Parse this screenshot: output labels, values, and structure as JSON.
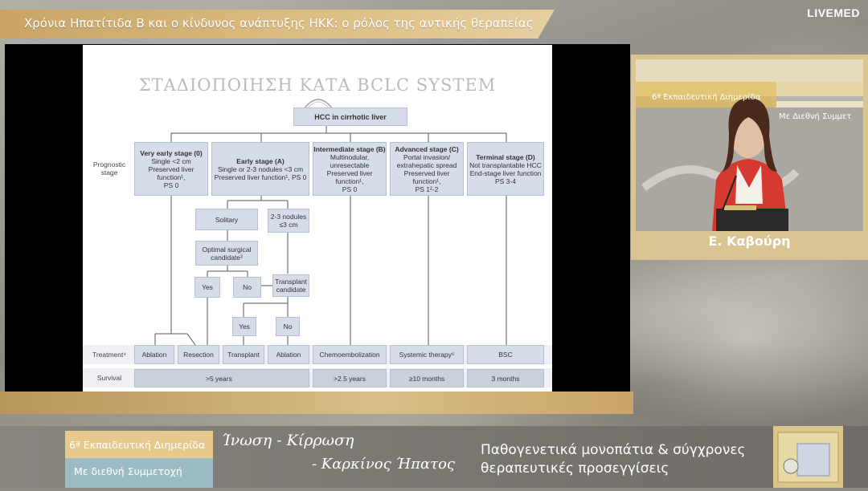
{
  "header": {
    "title": "Χρόνια Ηπατίτιδα Β και ο κίνδυνος ανάπτυξης ΗΚΚ: ο ρόλος της αντικής θεραπείας",
    "logo": "LIVEMED"
  },
  "slide": {
    "title": "ΣΤΑΔΙΟΠΟΙΗΣΗ ΚΑΤΑ BCLC SYSTEM",
    "root": "HCC in cirrhotic liver",
    "row_labels": {
      "prognostic": "Prognostic\nstage",
      "treatment": "Treatment⁴",
      "survival": "Survival"
    },
    "stages": [
      {
        "name": "Very early stage (0)",
        "desc": "Single <2 cm\nPreserved liver function¹,\nPS 0"
      },
      {
        "name": "Early stage (A)",
        "desc": "Single or 2-3 nodules <3 cm\nPreserved liver function¹, PS 0"
      },
      {
        "name": "Intermediate stage (B)",
        "desc": "Multinodular,\nunresectable\nPreserved liver function¹,\nPS 0"
      },
      {
        "name": "Advanced stage (C)",
        "desc": "Portal invasion/\nextrahepatic spread\nPreserved liver function¹,\nPS 1²-2"
      },
      {
        "name": "Terminal stage (D)",
        "desc": "Not transplantable HCC\nEnd-stage liver function\nPS 3-4"
      }
    ],
    "decision": {
      "solitary": "Solitary",
      "nodules": "2-3 nodules\n≤3 cm",
      "optimal": "Optimal surgical\ncandidate³",
      "yes1": "Yes",
      "no1": "No",
      "transplant_candidate": "Transplant\ncandidate",
      "yes2": "Yes",
      "no2": "No"
    },
    "treatments": [
      "Ablation",
      "Resection",
      "Transplant",
      "Ablation",
      "Chemoembolization",
      "Systemic therapy⁵",
      "BSC"
    ],
    "survival": [
      ">5 years",
      ">2.5 years",
      "≥10 months",
      "3 months"
    ]
  },
  "speaker": {
    "name": "Ε. Καβούρη",
    "backdrop_line1": "6ª Εκπαιδευτική Διημερίδα",
    "backdrop_line2": "Με Διεθνή Συμμετ"
  },
  "banner": {
    "event_line1": "6ª Εκπαιδευτική Διημερίδα",
    "event_line2": "Με διεθνή Συμμετοχή",
    "script_line1": "Ίνωση - Κίρρωση",
    "script_line2": "- Καρκίνος Ήπατος",
    "subtitle_line1": "Παθογενετικά μονοπάτια & σύγχρονες",
    "subtitle_line2": "θεραπευτικές προσεγγίσεις"
  }
}
